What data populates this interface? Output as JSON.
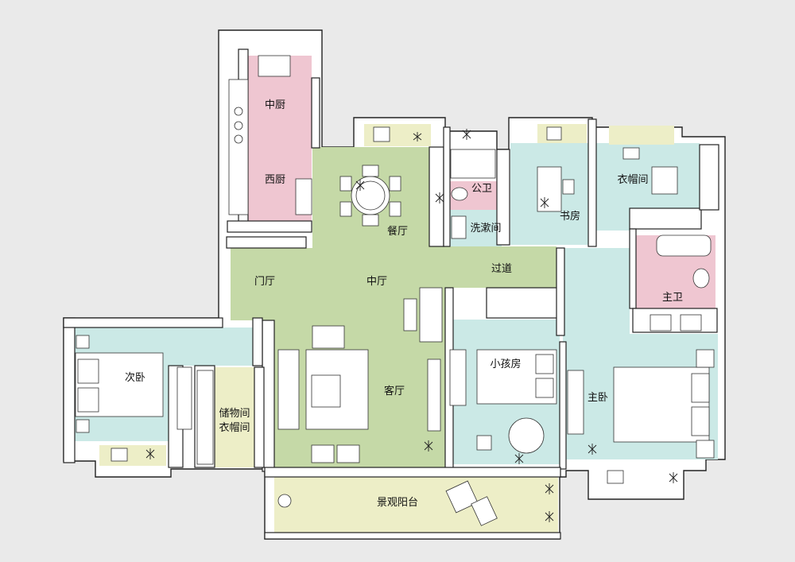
{
  "colors": {
    "background": "#eaeaea",
    "living_green": "#c5d9a7",
    "kitchen_pink": "#efc6d1",
    "bedroom_cyan": "#cbe9e6",
    "storage_yellow": "#edeec7",
    "wall": "#ffffff",
    "line": "#222222"
  },
  "rooms": {
    "chinese_kitchen": "中厨",
    "western_kitchen": "西厨",
    "dining": "餐厅",
    "public_bath": "公卫",
    "washroom": "洗漱间",
    "study": "书房",
    "wardrobe_master": "衣帽间",
    "corridor": "过道",
    "foyer": "门厅",
    "central_hall": "中厅",
    "master_bath": "主卫",
    "second_bedroom": "次卧",
    "storage": "储物间",
    "wardrobe_second": "衣帽间",
    "living_room": "客厅",
    "kids_room": "小孩房",
    "master_bedroom": "主卧",
    "balcony": "景观阳台"
  }
}
